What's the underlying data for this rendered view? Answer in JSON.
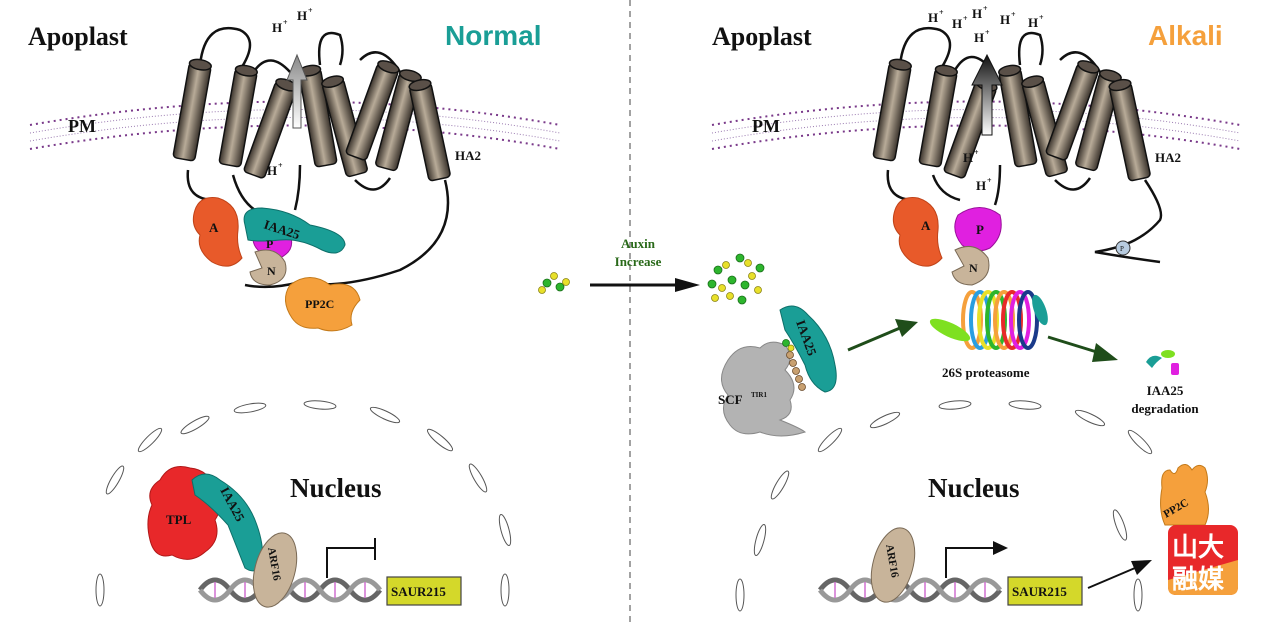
{
  "left_panel": {
    "apoplast": "Apoplast",
    "condition": "Normal",
    "pm": "PM",
    "ha2": "HA2",
    "proton": "H",
    "proton_sup": "+",
    "domain_a": "A",
    "domain_p": "P",
    "domain_n": "N",
    "iaa25": "IAA25",
    "pp2c": "PP2C",
    "nucleus": "Nucleus",
    "tpl": "TPL",
    "arf16": "ARF16",
    "saur215": "SAUR215"
  },
  "middle": {
    "auxin_line1": "Auxin",
    "auxin_line2": "Increase"
  },
  "right_panel": {
    "apoplast": "Apoplast",
    "condition": "Alkali",
    "pm": "PM",
    "ha2": "HA2",
    "proton": "H",
    "proton_sup": "+",
    "domain_a": "A",
    "domain_p": "P",
    "domain_n": "N",
    "phospho": "P",
    "iaa25": "IAA25",
    "scf": "SCF",
    "scf_sup": "TIR1",
    "proteasome": "26S proteasome",
    "degradation_line1": "IAA25",
    "degradation_line2": "degradation",
    "nucleus": "Nucleus",
    "arf16": "ARF16",
    "saur215": "SAUR215",
    "pp2c": "PP2C",
    "watermark_text": "山大融媒"
  },
  "colors": {
    "normal": "#1a9e96",
    "alkali": "#f5a03c",
    "iaa25": "#1a9e96",
    "domain_a": "#e85a2a",
    "domain_p": "#e020e0",
    "domain_n": "#c8b49a",
    "pp2c": "#f5a03c",
    "tpl": "#e8282a",
    "arf16": "#c8b49a",
    "saur215": "#d4d82a",
    "auxin_text": "#2a6a1a",
    "green_arrow": "#1f4d1a"
  }
}
